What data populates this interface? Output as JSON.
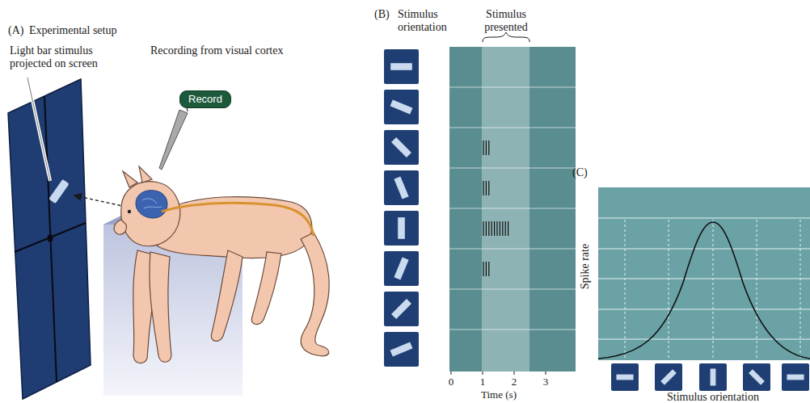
{
  "diagram": {
    "nodes": [
      {
        "text": [
          "Record"
        ]
      }
    ],
    "labels": [
      "(A)",
      "Experimental setup",
      "Light bar stimulus projected on screen",
      "Recording from visual cortex",
      "(B)",
      "Stimulus orientation",
      "Stimulus presented",
      "0",
      "1",
      "2",
      "3",
      "Time (s)",
      "(C)",
      "Spike rate",
      "Stimulus orientation"
    ]
  }
}
